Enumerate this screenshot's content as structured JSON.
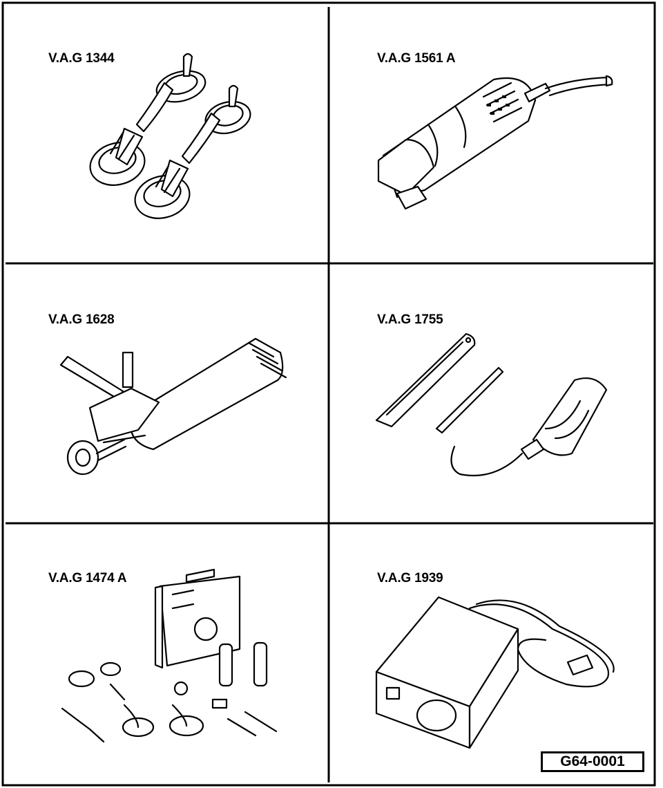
{
  "tools": [
    {
      "label": "V.A.G 1344",
      "icon": "double-suction-cup-lifter"
    },
    {
      "label": "V.A.G 1561 A",
      "icon": "oscillating-cutter"
    },
    {
      "label": "V.A.G 1628",
      "icon": "pneumatic-cutter"
    },
    {
      "label": "V.A.G 1755",
      "icon": "heating-element-knife"
    },
    {
      "label": "V.A.G 1474 A",
      "icon": "windshield-repair-kit"
    },
    {
      "label": "V.A.G 1939",
      "icon": "power-supply-unit"
    }
  ],
  "figure_code": "G64-0001"
}
